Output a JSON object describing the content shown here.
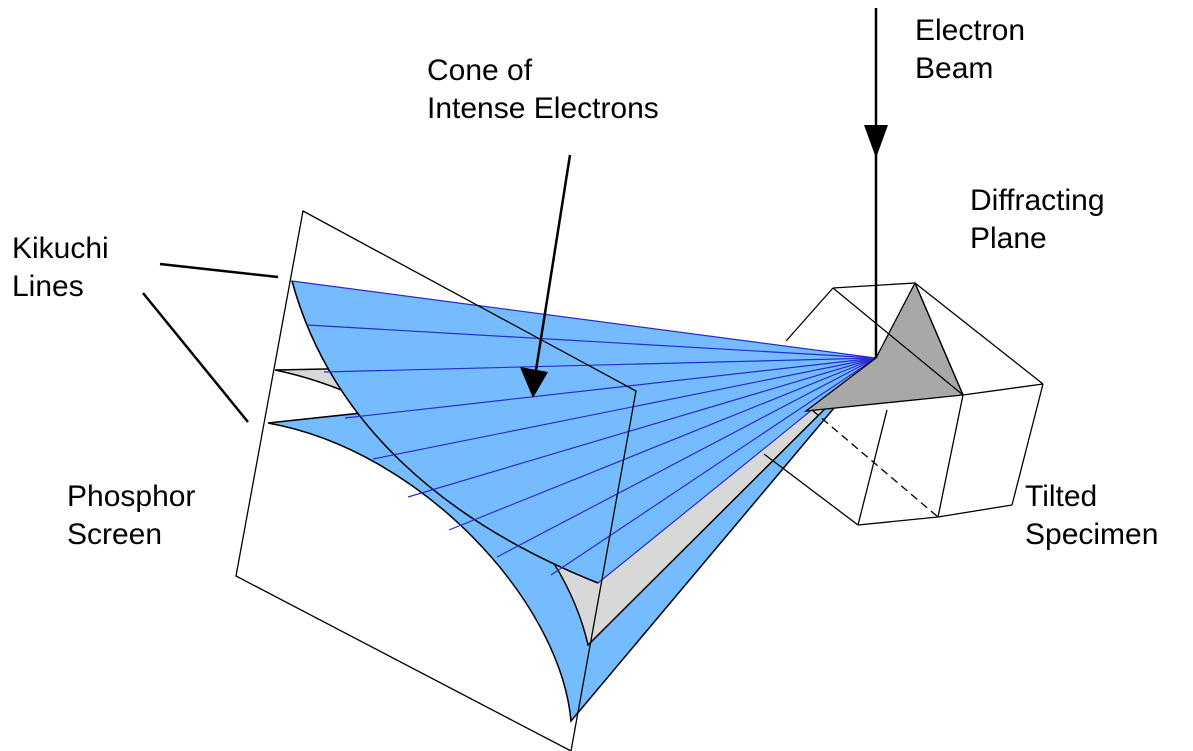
{
  "labels": {
    "electron_beam": [
      "Electron",
      "Beam"
    ],
    "cone": [
      "Cone of",
      "Intense Electrons"
    ],
    "diffracting_plane": [
      "Diffracting",
      "Plane"
    ],
    "kikuchi_lines": [
      "Kikuchi",
      "Lines"
    ],
    "phosphor_screen": [
      "Phosphor",
      "Screen"
    ],
    "tilted_specimen": [
      "Tilted",
      "Specimen"
    ]
  },
  "colors": {
    "cone_fill": "#75bcff",
    "cone_line": "#2b2bd0",
    "plane_fill": "#d8d8d8",
    "diffracting_plane_fill": "#a8a8a8",
    "stroke": "#000000"
  },
  "icons": {
    "beam_arrowhead": "down-triangle",
    "cone_arrowhead": "down-triangle"
  }
}
